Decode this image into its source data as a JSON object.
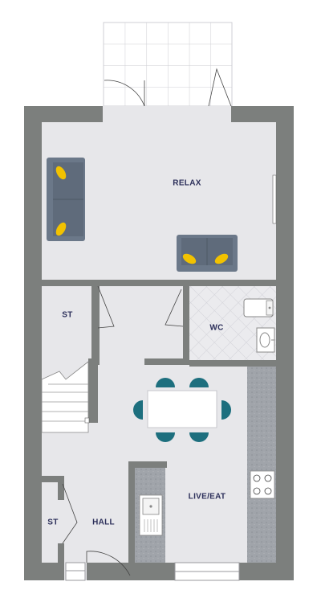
{
  "rooms": {
    "relax": "RELAX",
    "store_upper": "ST",
    "wc": "WC",
    "live_eat": "LIVE/EAT",
    "store_lower": "ST",
    "hall": "HALL"
  },
  "colors": {
    "wall": "#7c7f7d",
    "floor": "#e7e7ea",
    "wc_tile": "#ebebee",
    "sofa": "#6b7889",
    "cushion": "#f2c200",
    "chair": "#1d6f7e",
    "worktop": "#9a9ea4",
    "label": "#2c2f5a"
  },
  "icons": [
    "sofa-icon",
    "dining-table-icon",
    "chair-icon",
    "toilet-icon",
    "basin-icon",
    "hob-icon",
    "sink-icon",
    "staircase-icon",
    "door-swing-icon"
  ]
}
